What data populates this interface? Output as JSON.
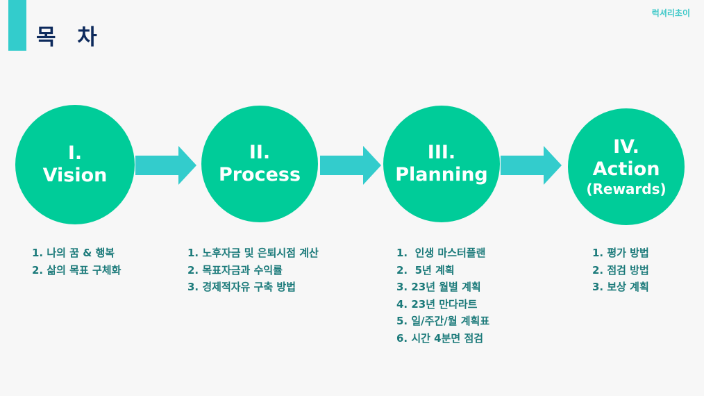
{
  "header": {
    "title": "목 차",
    "brand": "럭셔리초이"
  },
  "steps": [
    {
      "num": "I.",
      "name": "Vision",
      "sub": "",
      "items": [
        "1. 나의 꿈 & 행복",
        "2. 삶의 목표 구체화"
      ]
    },
    {
      "num": "II.",
      "name": "Process",
      "sub": "",
      "items": [
        "1. 노후자금 및 은퇴시점 계산",
        "2. 목표자금과 수익률",
        "3. 경제적자유 구축 방법"
      ]
    },
    {
      "num": "III.",
      "name": "Planning",
      "sub": "",
      "items": [
        "1.  인생 마스터플랜",
        "2.  5년 계획",
        "3. 23년 월별 계획",
        "4. 23년 만다라트",
        "5. 일/주간/월 계획표",
        "6. 시간 4분면 점검"
      ]
    },
    {
      "num": "IV.",
      "name": "Action",
      "sub": "(Rewards)",
      "items": [
        "1. 평가 방법",
        "2. 점검 방법",
        "3. 보상 계획"
      ]
    }
  ],
  "colors": {
    "accent": "#33cccc",
    "circle": "#00cc99",
    "title": "#0d2a5c",
    "list": "#1b7a7a"
  }
}
